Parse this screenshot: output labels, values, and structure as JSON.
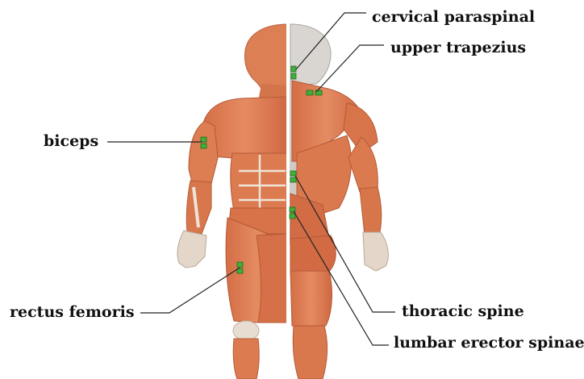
{
  "labels": {
    "cervical_paraspinal": "cervical paraspinal",
    "upper_trapezius": "upper trapezius",
    "biceps": "biceps",
    "rectus_femoris": "rectus femoris",
    "thoracic_spine": "thoracic spine",
    "lumbar_erector_spinae": "lumbar erector spinae"
  },
  "colors": {
    "muscle": "#e0825a",
    "muscle_dark": "#c8603c",
    "tendon": "#e9e2da",
    "spine": "#c9c9c9",
    "electrode": "#3fae3a",
    "leader_line": "#222222"
  }
}
